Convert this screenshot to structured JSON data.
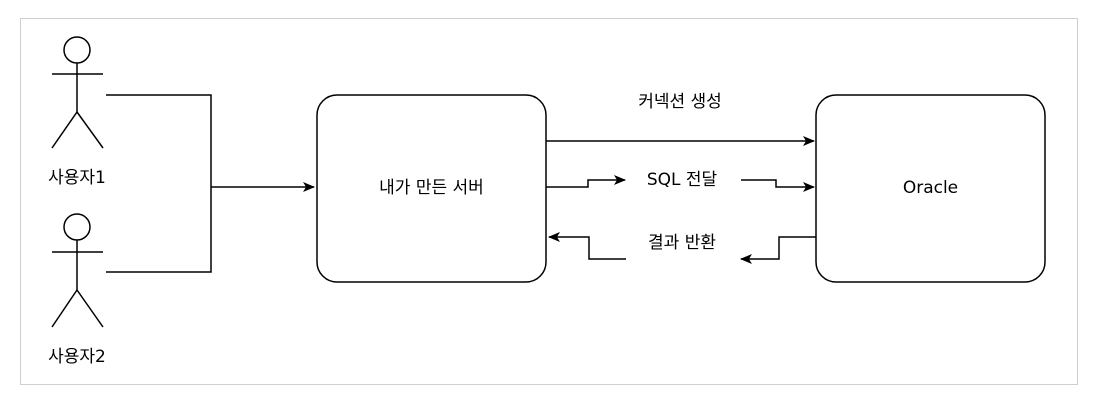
{
  "actors": [
    {
      "label": "사용자1"
    },
    {
      "label": "사용자2"
    }
  ],
  "nodes": {
    "server": {
      "label": "내가 만든 서버"
    },
    "oracle": {
      "label": "Oracle"
    }
  },
  "edges": {
    "connection": {
      "label": "커넥션 생성"
    },
    "sql": {
      "label": "SQL 전달"
    },
    "result": {
      "label": "결과 반환"
    }
  },
  "colors": {
    "stroke": "#000000",
    "frame": "#cfcfcf"
  }
}
